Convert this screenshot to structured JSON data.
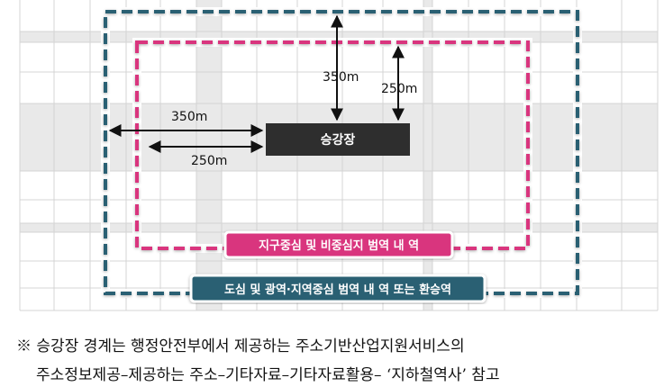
{
  "labels": {
    "dist_vertical_outer": "350m",
    "dist_vertical_inner": "250m",
    "dist_horizontal_outer": "350m",
    "dist_horizontal_inner": "250m",
    "platform": "승강장",
    "inner_zone": "지구중심 및 비중심지 범역 내 역",
    "outer_zone": "도심 및 광역·지역중심 범역 내 역 또는 환승역"
  },
  "colors": {
    "outer_boundary": "#2a6173",
    "inner_boundary": "#d9347e",
    "platform": "#2e2e2e",
    "road": "#e9e9e9",
    "grid": "#d9d9d9"
  },
  "note": {
    "line1": "※ 승강장 경계는 행정안전부에서 제공하는 주소기반산업지원서비스의",
    "line2": "주소정보제공–제공하는 주소–기타자료–기타자료활용– ‘지하철역사’ 참고"
  }
}
